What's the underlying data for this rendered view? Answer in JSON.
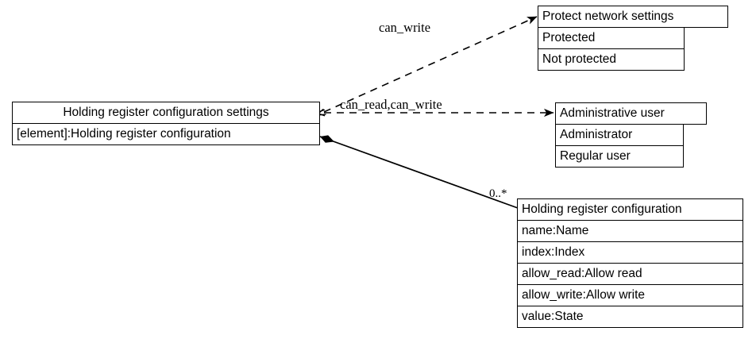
{
  "diagram": {
    "kind": "uml-class-diagram",
    "background_color": "#ffffff",
    "line_color": "#000000",
    "text_color": "#000000",
    "classes": [
      {
        "id": "holding-register-configuration-settings",
        "name": "Holding register configuration settings",
        "attributes": [
          "[element]:Holding register configuration"
        ]
      },
      {
        "id": "protect-network-settings",
        "name": "Protect network settings",
        "attributes": [
          "Protected",
          "Not protected"
        ]
      },
      {
        "id": "administrative-user",
        "name": "Administrative user",
        "attributes": [
          "Administrator",
          "Regular user"
        ]
      },
      {
        "id": "holding-register-configuration",
        "name": "Holding register configuration",
        "attributes": [
          "name:Name",
          "index:Index",
          "allow_read:Allow read",
          "allow_write:Allow write",
          "value:State"
        ]
      }
    ],
    "edges": [
      {
        "id": "edge-can-write",
        "from": "holding-register-configuration-settings",
        "to": "protect-network-settings",
        "style": "dashed",
        "arrow": "solid-filled",
        "label": "can_write"
      },
      {
        "id": "edge-can-read-can-write",
        "from": "holding-register-configuration-settings",
        "to": "administrative-user",
        "style": "dashed",
        "arrow": "solid-filled",
        "label": "can_read,can_write"
      },
      {
        "id": "edge-composition",
        "from": "holding-register-configuration-settings",
        "to": "holding-register-configuration",
        "style": "solid",
        "arrow": "filled-diamond",
        "label": "0..*"
      }
    ]
  }
}
